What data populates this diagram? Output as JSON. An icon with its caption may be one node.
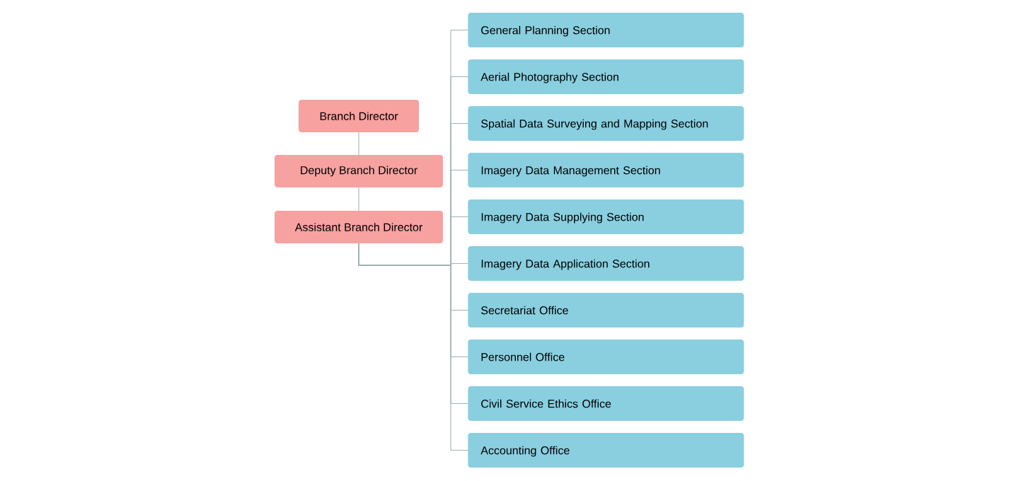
{
  "diagram": {
    "nodes": [
      {
        "text": [
          "Branch Director"
        ]
      },
      {
        "text": [
          "Deputy Branch Director"
        ]
      },
      {
        "text": [
          "Assistant Branch Director"
        ]
      },
      {
        "text": [
          "General Planning Section"
        ]
      },
      {
        "text": [
          "Aerial Photography Section"
        ]
      },
      {
        "text": [
          "Spatial Data Surveying and Mapping Section"
        ]
      },
      {
        "text": [
          "Imagery Data Management Section"
        ]
      },
      {
        "text": [
          "Imagery Data Supplying Section"
        ]
      },
      {
        "text": [
          "Imagery Data Application Section"
        ]
      },
      {
        "text": [
          "Secretariat Office"
        ]
      },
      {
        "text": [
          "Personnel Office"
        ]
      },
      {
        "text": [
          "Civil Service Ethics Office"
        ]
      },
      {
        "text": [
          "Accounting Office"
        ]
      }
    ],
    "edges": [
      {
        "from": 0,
        "to": 1,
        "arrow": "none"
      },
      {
        "from": 1,
        "to": 2,
        "arrow": "none"
      },
      {
        "from": 2,
        "to": 3,
        "arrow": "none"
      },
      {
        "from": 2,
        "to": 4,
        "arrow": "none"
      },
      {
        "from": 2,
        "to": 5,
        "arrow": "none"
      },
      {
        "from": 2,
        "to": 6,
        "arrow": "none"
      },
      {
        "from": 2,
        "to": 7,
        "arrow": "none"
      },
      {
        "from": 2,
        "to": 8,
        "arrow": "none"
      },
      {
        "from": 2,
        "to": 9,
        "arrow": "none"
      },
      {
        "from": 2,
        "to": 10,
        "arrow": "none"
      },
      {
        "from": 2,
        "to": 11,
        "arrow": "none"
      },
      {
        "from": 2,
        "to": 12,
        "arrow": "none"
      }
    ]
  }
}
